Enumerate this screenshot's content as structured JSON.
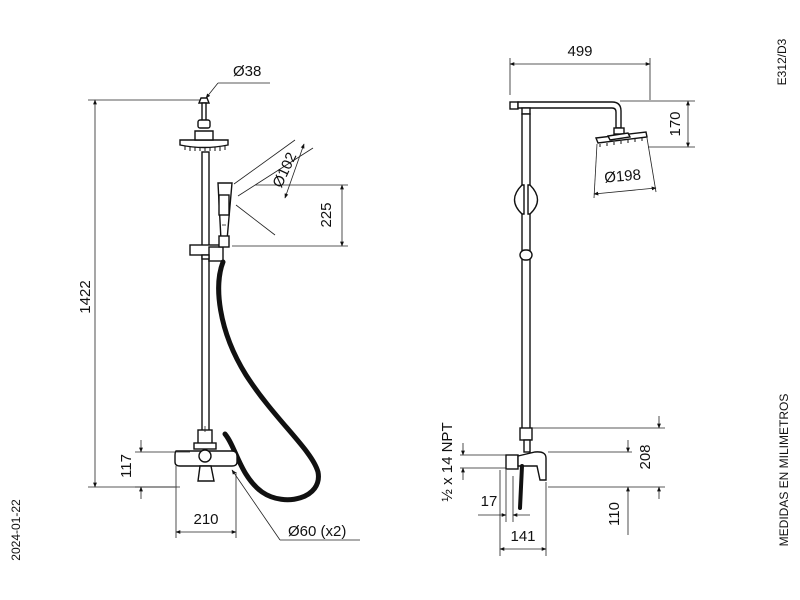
{
  "drawing": {
    "code": "E312/D3",
    "date": "2024-01-22",
    "units_note": "MEDIDAS EN MILIMETROS"
  },
  "front_view": {
    "dim_total_height": "1422",
    "dim_head_connector": "Ø38",
    "dim_hand_shower": "Ø102",
    "dim_hand_length": "225",
    "dim_mixer_height": "117",
    "dim_mixer_width": "210",
    "dim_escutcheons": "Ø60 (x2)"
  },
  "side_view": {
    "dim_arm_length": "499",
    "dim_arm_drop": "170",
    "dim_head_diameter": "Ø198",
    "dim_thread": "½ x 14 NPT",
    "dim_wall_gap": "17",
    "dim_projection": "141",
    "dim_mixer_upper": "208",
    "dim_mixer_lower": "110"
  }
}
